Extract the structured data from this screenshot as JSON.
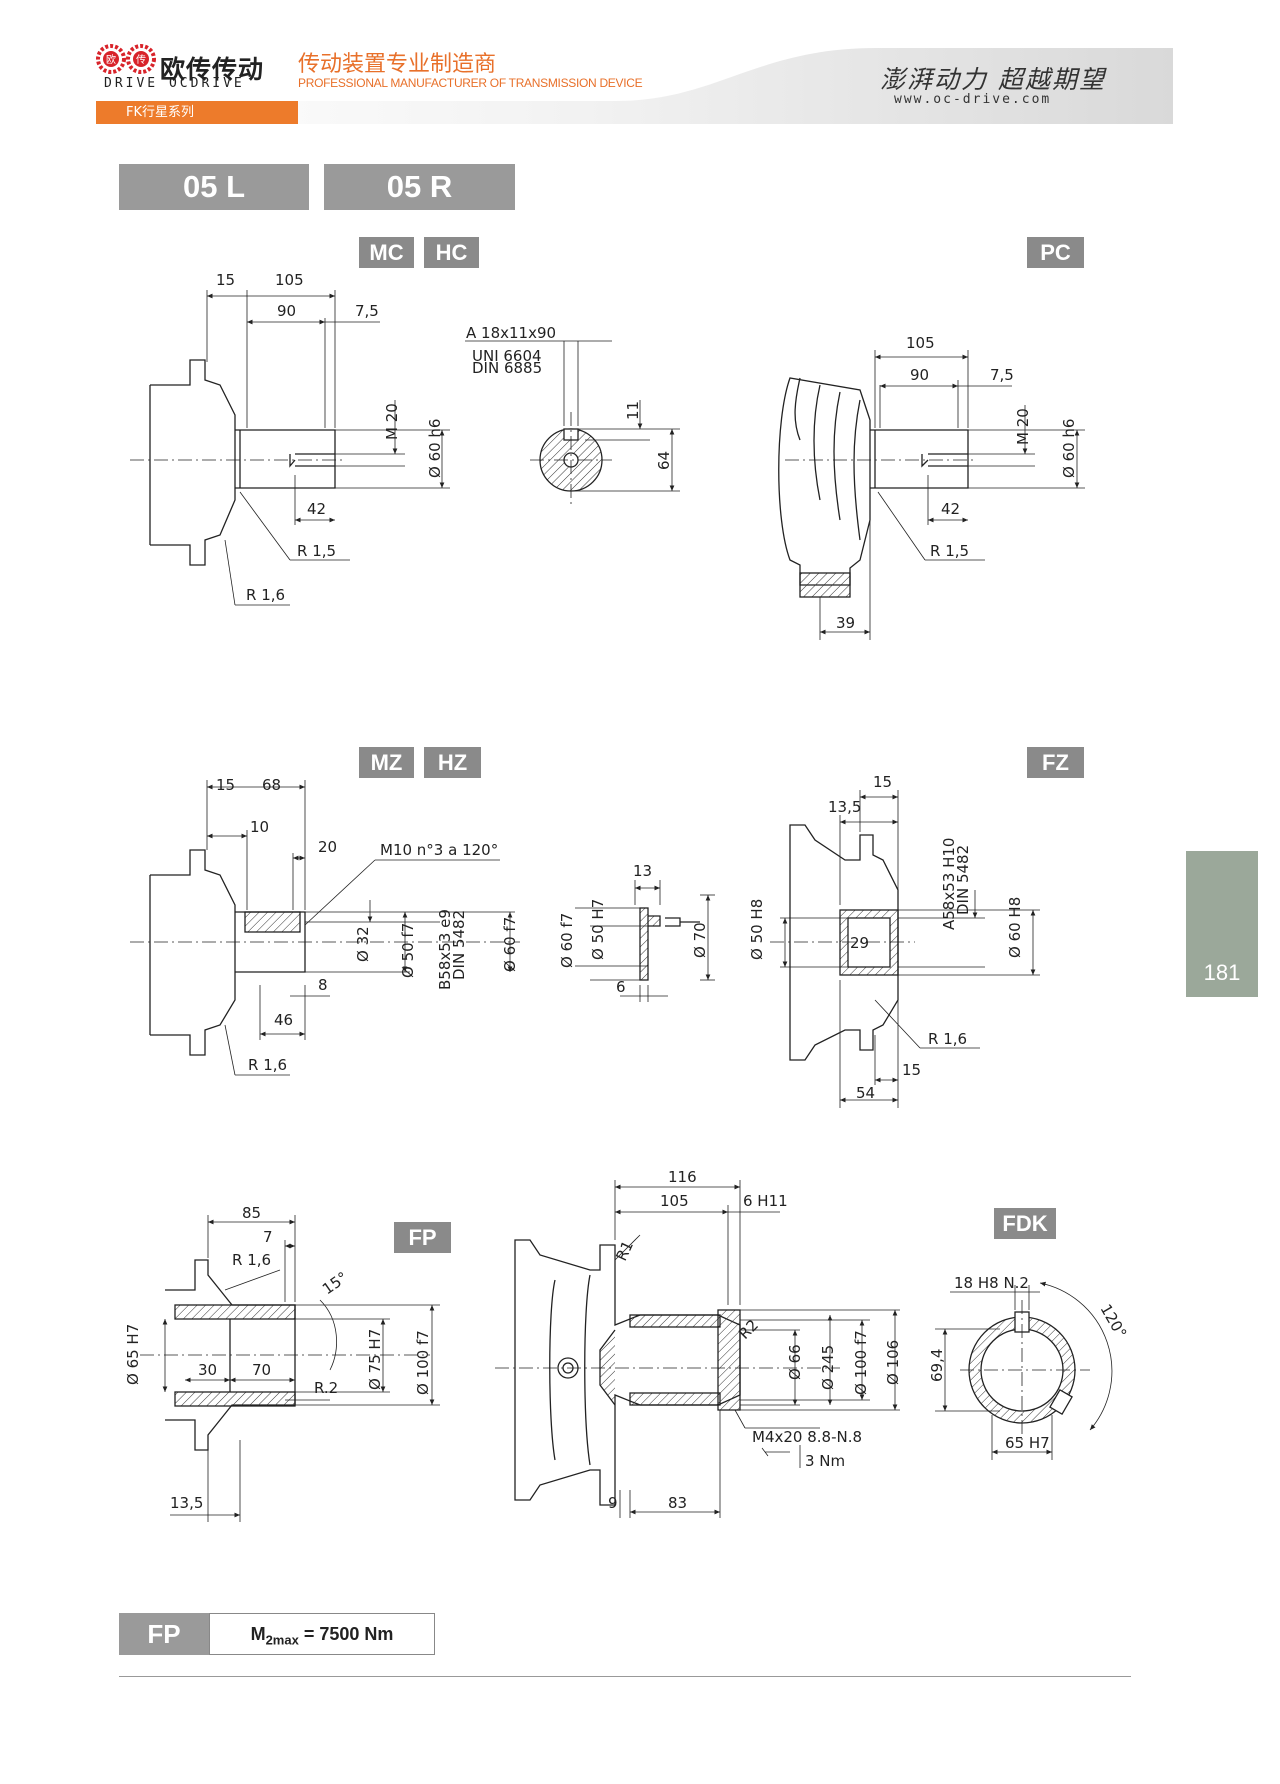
{
  "header": {
    "brand_cn": "欧传传动",
    "brand_en": "DRIVE OCDRIVE",
    "logo_badge_1": "欧",
    "logo_badge_2": "传",
    "tagline_cn": "传动装置专业制造商",
    "tagline_en": "PROFESSIONAL MANUFACTURER OF TRANSMISSION DEVICE",
    "slogan": "澎湃动力 超越期望",
    "website": "www.oc-drive.com",
    "series": "FK行星系列"
  },
  "models": {
    "left": "05 L",
    "right": "05 R"
  },
  "options": {
    "mc": "MC",
    "hc": "HC",
    "pc": "PC",
    "mz": "MZ",
    "hz": "HZ",
    "fz": "FZ",
    "fp": "FP",
    "fdk": "FDK"
  },
  "dims": {
    "mc": {
      "d15": "15",
      "d105": "105",
      "d90": "90",
      "d75": "7,5",
      "m20": "M 20",
      "dia60": "Ø 60 h6",
      "d42": "42",
      "r15": "R 1,5",
      "r16": "R 1,6"
    },
    "key": {
      "spec": "A 18x11x90",
      "uni": "UNI 6604",
      "din": "DIN 6885",
      "d11": "11",
      "d64": "64"
    },
    "pc": {
      "d105": "105",
      "d90": "90",
      "d75": "7,5",
      "m20": "M 20",
      "dia60": "Ø 60 h6",
      "d42": "42",
      "r15": "R 1,5",
      "d39": "39"
    },
    "mz": {
      "d15": "15",
      "d68": "68",
      "d10": "10",
      "d20": "20",
      "m10": "M10 n°3 a 120°",
      "dia32": "Ø 32",
      "dia50": "Ø 50 f7",
      "b58": "B58x53 e9",
      "din5482": "DIN 5482",
      "dia60": "Ø 60 f7",
      "d8": "8",
      "d46": "46",
      "r16": "R 1,6"
    },
    "mzf": {
      "d13": "13",
      "dia60": "Ø 60 f7",
      "dia50": "Ø 50 H7",
      "dia70": "Ø 70",
      "d6": "6"
    },
    "fz": {
      "d15": "15",
      "d135": "13,5",
      "a58": "A58x53 H10",
      "din5482": "DIN 5482",
      "dia50": "Ø 50 H8",
      "dia60": "Ø 60 H8",
      "d29": "29",
      "r16": "R 1,6",
      "d15b": "15",
      "d54": "54"
    },
    "fp": {
      "d85": "85",
      "d7": "7",
      "r16": "R 1,6",
      "a15": "15°",
      "dia65": "Ø 65 H7",
      "d30": "30",
      "d70": "70",
      "r2": "R.2",
      "dia75": "Ø 75 H7",
      "dia100": "Ø 100 f7",
      "d135": "13,5"
    },
    "fpm": {
      "d116": "116",
      "d105": "105",
      "h6": "6 H11",
      "r1": "R1",
      "r2": "R2",
      "dia66": "Ø 66",
      "dia245": "Ø 245",
      "dia100": "Ø 100 f7",
      "dia106": "Ø 106",
      "m4": "M4x20 8.8-N.8",
      "nm3": "3 Nm",
      "d9": "9",
      "d83": "83"
    },
    "fdk": {
      "key": "18 H8 N.2",
      "a120": "120°",
      "d694": "69,4",
      "h65": "65 H7"
    }
  },
  "page_number": "181",
  "spec": {
    "label": "FP",
    "torque_sym": "M",
    "torque_sub": "2max",
    "torque_val": "= 7500 Nm"
  }
}
